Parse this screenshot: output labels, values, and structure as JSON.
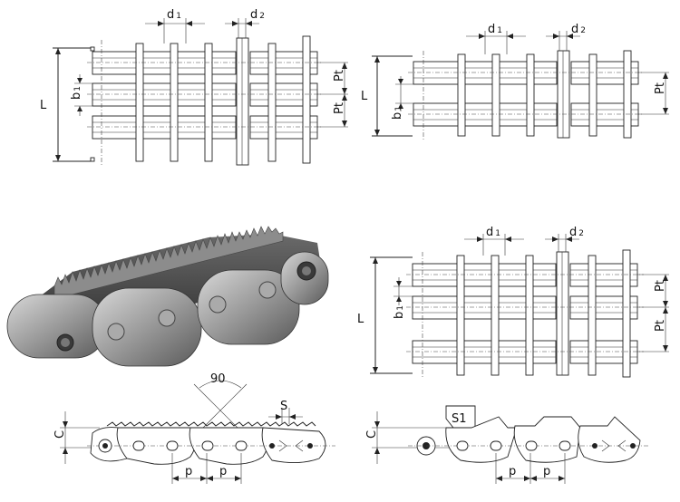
{
  "labels": {
    "L": "L",
    "d1": "d",
    "d1_sub": "1",
    "d2": "d",
    "d2_sub": "2",
    "b1": "b",
    "b1_sub": "1",
    "pt": "Pt",
    "p": "p",
    "c": "C",
    "s": "S",
    "s1": "S1",
    "angle": "90"
  }
}
